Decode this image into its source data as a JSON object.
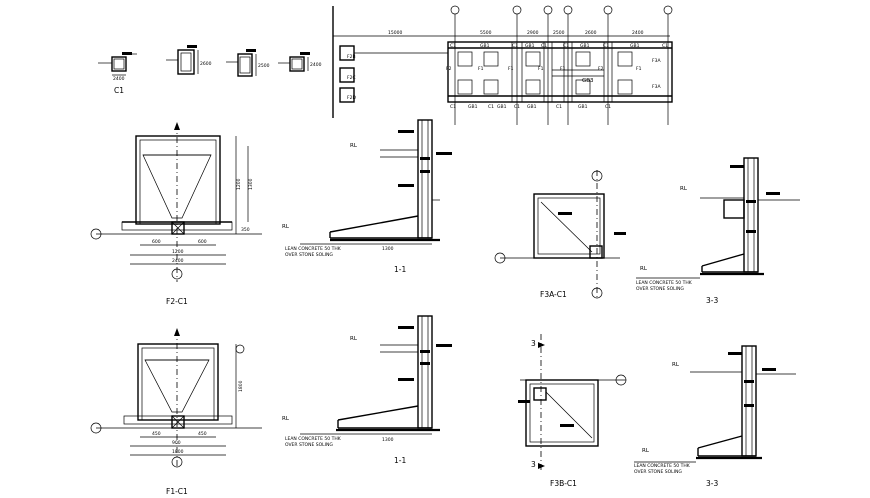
{
  "sheet": {
    "colors": {
      "ink": "#000000",
      "paper": "#ffffff"
    }
  },
  "column_details": {
    "caption": "C1",
    "dims": [
      "2400",
      "2600",
      "2500",
      "2400"
    ]
  },
  "framing_plan": {
    "top_dims": [
      "15000",
      "5500",
      "2900",
      "2500",
      "2600",
      "2400"
    ],
    "columns_top": [
      "C1",
      "C1",
      "C1",
      "C1",
      "C1",
      "C1"
    ],
    "beams_top": [
      "GB1",
      "GB1",
      "GB1",
      "GB1"
    ],
    "footings": [
      "F2",
      "F1",
      "F1",
      "F1",
      "F1",
      "F2",
      "F1",
      "F3A",
      "F3B",
      "F3A"
    ],
    "gb3": "GB3",
    "beams_bottom": [
      "C1",
      "GB1",
      "C1",
      "GB1",
      "C1",
      "GB1",
      "C1",
      "GB1",
      "C1"
    ],
    "side_labels": [
      "F2B",
      "F2C",
      "F2D"
    ]
  },
  "views": {
    "f2_c1": {
      "caption": "F2-C1",
      "dims_bottom": [
        "600",
        "600",
        "1200",
        "2400"
      ],
      "dims_side": [
        "1200",
        "1300",
        "350"
      ]
    },
    "section_1_upper": {
      "caption": "1-1",
      "rl": "RL",
      "note1": "LEAN CONCRETE 50 THK",
      "note2": "OVER STONE SOLING",
      "dims": [
        "1300"
      ]
    },
    "f3a_c1": {
      "caption": "F3A-C1"
    },
    "section_3_upper": {
      "caption": "3-3",
      "rl": "RL",
      "note1": "LEAN CONCRETE 50 THK",
      "note2": "OVER STONE SOLING"
    },
    "f1_c1": {
      "caption": "F1-C1",
      "dims_bottom": [
        "450",
        "450",
        "900",
        "1800"
      ],
      "dims_side": [
        "1800"
      ]
    },
    "section_1_lower": {
      "caption": "1-1",
      "rl": "RL",
      "note1": "LEAN CONCRETE 50 THK",
      "note2": "OVER STONE SOLING",
      "dims": [
        "1300"
      ]
    },
    "f3b_c1": {
      "caption": "F3B-C1",
      "marker": "3"
    },
    "section_3_lower": {
      "caption": "3-3",
      "rl": "RL",
      "note1": "LEAN CONCRETE 50 THK",
      "note2": "OVER STONE SOLING"
    }
  }
}
